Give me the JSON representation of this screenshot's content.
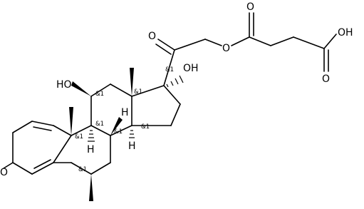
{
  "atoms": {
    "o_ketone_top": "O",
    "o_ester": "O",
    "o_succinyl_carbonyl": "O",
    "oh_acid": "OH",
    "o_acid_carbonyl": "O",
    "ho_c11": "HO",
    "oh_c17": "OH",
    "h_c9": "H",
    "h_c8": "H",
    "h_c14": "H",
    "o_c3": "O"
  },
  "stereo_tags": {
    "c17": "&1",
    "c13": "&1",
    "c11": "&1",
    "c9": "&1",
    "c8": "&1",
    "c10": "&1",
    "c14": "&1",
    "c6": "&1"
  }
}
